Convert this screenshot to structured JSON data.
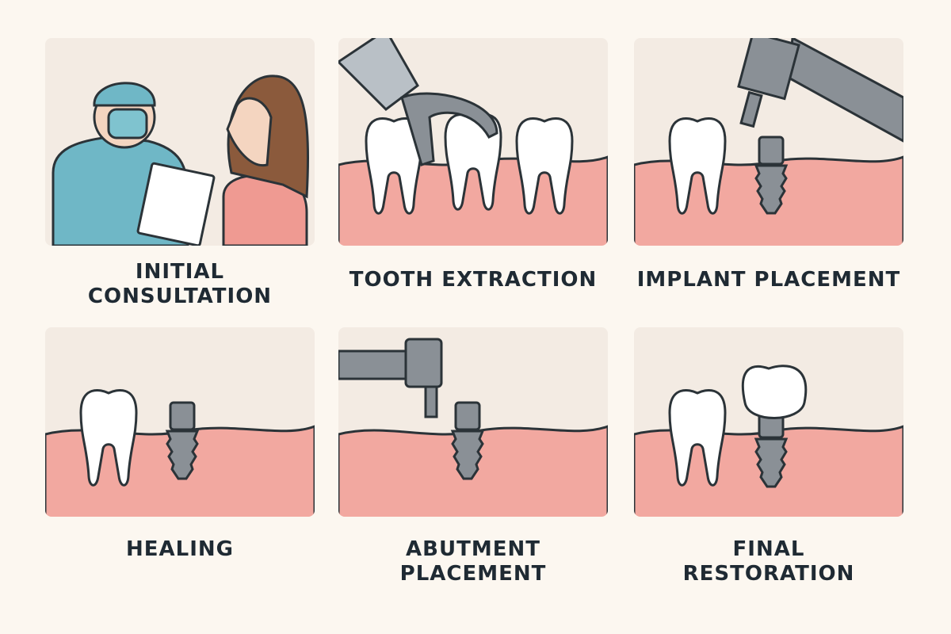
{
  "steps": [
    {
      "label_lines": [
        "INITIAL",
        "CONSULTATION"
      ]
    },
    {
      "label_lines": [
        "TOOTH EXTRACTION"
      ]
    },
    {
      "label_lines": [
        "IMPLANT PLACEMENT"
      ]
    },
    {
      "label_lines": [
        "HEALING"
      ]
    },
    {
      "label_lines": [
        "ABUTMENT",
        "PLACEMENT"
      ]
    },
    {
      "label_lines": [
        "FINAL",
        "RESTORATION"
      ]
    }
  ],
  "colors": {
    "background": "#fcf7f0",
    "panel": "#f3ebe3",
    "gum": "#f2a8a0",
    "implant": "#8a9096",
    "outline": "#2b3338"
  }
}
